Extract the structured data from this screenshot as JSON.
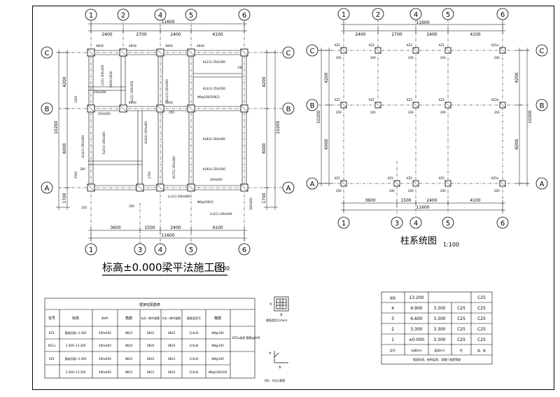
{
  "left_plan": {
    "title": "标高±0.000梁平法施工图",
    "scale": "1:100",
    "top_axes": [
      "1",
      "2",
      "4",
      "5",
      "6"
    ],
    "bottom_axes": [
      "1",
      "3",
      "4",
      "5",
      "6"
    ],
    "row_axes": [
      "C",
      "B",
      "A"
    ],
    "top_dims": [
      "2400",
      "2700",
      "2400",
      "4100"
    ],
    "top_total": "11600",
    "bottom_dims": [
      "3600",
      "1500",
      "2400",
      "4100"
    ],
    "bottom_total": "11600",
    "left_dims": [
      "4200",
      "6000",
      "1700"
    ],
    "left_total": "10200",
    "right_dims": [
      "4200",
      "6000",
      "1700"
    ],
    "right_total": "10200",
    "left_local_dims": [
      "1500",
      "2500",
      "200"
    ],
    "beam_labels": [
      "L1(1) 200x300",
      "L2(1) 250x500",
      "KL1(1) 250x500",
      "KL2(1) 250x500",
      "KL3(1) 250x500",
      "KL4(1) 250x400",
      "KL5(1) 200x400",
      "KL6(2) 200x400",
      "KL7(1) 200x400",
      "KL8(2) 200x400",
      "KL9(3) 250x500",
      "LL1(1) 200x400",
      "LL2(1) 200x400",
      "250x500",
      "250x500",
      "200x400",
      "300x400"
    ],
    "rebar_labels": [
      "4Φ16",
      "4Φ18",
      "4Φ16",
      "4Φ18",
      "4Φ16",
      "4Φ16",
      "Φ8@100/200(2)",
      "2Φ16;2Φ18",
      "Φ8@100(2)"
    ],
    "local_dims": [
      "200",
      "250",
      "100",
      "2700",
      "250"
    ]
  },
  "right_plan": {
    "title": "柱系统图",
    "scale": "1:100",
    "top_axes": [
      "1",
      "2",
      "4",
      "5",
      "6"
    ],
    "bottom_axes": [
      "1",
      "3",
      "4",
      "5",
      "6"
    ],
    "row_axes": [
      "C",
      "B",
      "A"
    ],
    "top_dims": [
      "2400",
      "2700",
      "2400",
      "4100"
    ],
    "top_total": "11600",
    "bottom_dims": [
      "3600",
      "1500",
      "2400",
      "4100"
    ],
    "bottom_total": "11600",
    "left_dims": [
      "4200",
      "6000"
    ],
    "left_total": "10200",
    "right_dims": [
      "4200",
      "6000"
    ],
    "right_total": "10200",
    "row_c_labels": [
      "KZ1",
      "KZ2",
      "KZ2",
      "KZ1",
      "KZ1a"
    ],
    "row_b_labels": [
      "KZ2",
      "KZ2",
      "KZ2",
      "KZ2",
      "KZ2a"
    ],
    "row_a_labels": [
      "KZ1",
      "KZ2",
      "KZ2",
      "KZ2",
      "KZ1a"
    ],
    "col_offset": "200"
  },
  "column_table": {
    "title": "框架柱配筋表",
    "headers": [
      "柱号",
      "标高",
      "bxh",
      "角筋",
      "b边一侧中部筋",
      "h边一侧中部筋",
      "箍筋类型号",
      "箍筋"
    ],
    "rows": [
      [
        "KZ1",
        "基础顶面~3.300",
        "400x400",
        "4Φ22",
        "2Φ22",
        "2Φ22",
        "1(4x4)",
        "Φ8@100"
      ],
      [
        "KZ1a",
        "3.300~13.200",
        "400x400",
        "4Φ20",
        "2Φ20",
        "2Φ20",
        "1(4x4)",
        "Φ8@100"
      ],
      [
        "KZ1",
        "基础顶面~3.300",
        "400x400",
        "4Φ22",
        "2Φ22",
        "2Φ22",
        "1(4x4)",
        "Φ8@100"
      ],
      [
        "",
        "3.300~13.200",
        "400x400",
        "4Φ22",
        "2Φ22",
        "2Φ22",
        "1(4x4)",
        "Φ8@100/200"
      ]
    ],
    "side_note": "KZ1a加密 箍筋@100"
  },
  "detail": {
    "hoop_caption": "箍筋类型1(mxn)",
    "hoop_b": "b",
    "hoop_h": "h",
    "angle_b": "b",
    "angle_h": "h",
    "angle_caption": "柱b、h边示意图"
  },
  "floor_table": {
    "columns": [
      "层号",
      "标高(m)",
      "层高(m)",
      "柱",
      "梁、板"
    ],
    "rows": [
      [
        "屋面",
        "13.200",
        "",
        "",
        "C25"
      ],
      [
        "4",
        "9.900",
        "3.300",
        "C25",
        "C25"
      ],
      [
        "3",
        "6.600",
        "3.300",
        "C25",
        "C25"
      ],
      [
        "2",
        "3.300",
        "3.300",
        "C25",
        "C25"
      ],
      [
        "1",
        "±0.000",
        "3.300",
        "C25",
        "C25"
      ]
    ],
    "caption": "楼面标高、结构层高、混凝土强度等级"
  }
}
